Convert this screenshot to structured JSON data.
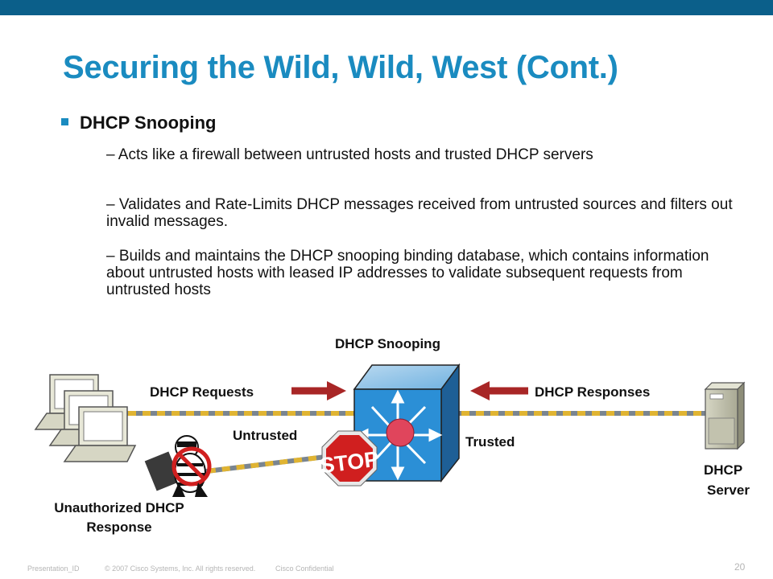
{
  "slide": {
    "title": "Securing the Wild, Wild, West (Cont.)",
    "bullet": "DHCP Snooping",
    "sub_bullets": [
      "– Acts like a firewall between untrusted hosts and trusted DHCP servers",
      "– Validates and Rate-Limits DHCP messages received from untrusted sources and filters out invalid messages.",
      "– Builds and maintains the DHCP snooping binding database, which contains information about untrusted hosts with leased IP addresses to validate subsequent requests from untrusted hosts"
    ]
  },
  "diagram": {
    "switch_label": "DHCP Snooping",
    "requests_label": "DHCP Requests",
    "responses_label": "DHCP Responses",
    "untrusted_label": "Untrusted",
    "trusted_label": "Trusted",
    "stop_text": "STOP",
    "server_label_line1": "DHCP",
    "server_label_line2": "Server",
    "rogue_label_line1": "Unauthorized DHCP",
    "rogue_label_line2": "Response"
  },
  "footer": {
    "presentation_id": "Presentation_ID",
    "copyright": "© 2007 Cisco Systems, Inc. All rights reserved.",
    "confidential": "Cisco Confidential",
    "page_number": "20"
  },
  "colors": {
    "top_bar": "#0b5f8a",
    "title": "#1a8bc0",
    "switch_face": "#2b8fd6",
    "arrow": "#a82626",
    "cable_dash": "#e0b432",
    "stop_red": "#d01f1f"
  },
  "icons": {
    "laptops": "laptop-icon",
    "server": "server-icon",
    "switch": "multilayer-switch-icon",
    "stop": "stop-sign-icon",
    "rogue": "burglar-icon",
    "arrows": "arrow-right-icon"
  }
}
